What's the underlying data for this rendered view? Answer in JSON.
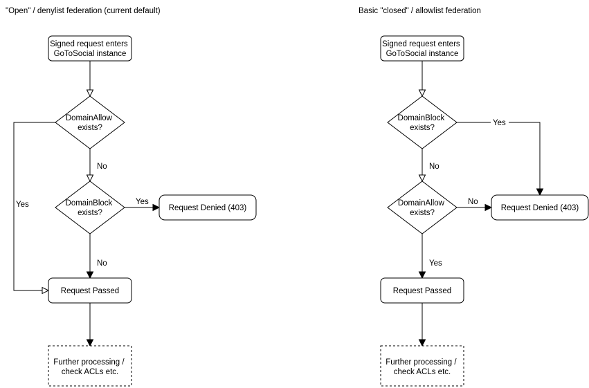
{
  "left": {
    "title": "\"Open\" / denylist federation (current default)",
    "start": {
      "line1": "Signed request enters",
      "line2": "GoToSocial instance"
    },
    "decision1": {
      "line1": "DomainAllow",
      "line2": "exists?"
    },
    "decision2": {
      "line1": "DomainBlock",
      "line2": "exists?"
    },
    "denied": "Request Denied (403)",
    "passed": "Request Passed",
    "further": {
      "line1": "Further processing /",
      "line2": "check ACLs etc."
    },
    "labels": {
      "decision1_no": "No",
      "decision1_yes": "Yes",
      "decision2_yes": "Yes",
      "decision2_no": "No"
    }
  },
  "right": {
    "title": "Basic \"closed\" / allowlist federation",
    "start": {
      "line1": "Signed request enters",
      "line2": "GoToSocial instance"
    },
    "decision1": {
      "line1": "DomainBlock",
      "line2": "exists?"
    },
    "decision2": {
      "line1": "DomainAllow",
      "line2": "exists?"
    },
    "denied": "Request Denied (403)",
    "passed": "Request Passed",
    "further": {
      "line1": "Further processing /",
      "line2": "check ACLs etc."
    },
    "labels": {
      "decision1_yes": "Yes",
      "decision1_no": "No",
      "decision2_no": "No",
      "decision2_yes": "Yes"
    }
  },
  "colors": {
    "stroke": "#000000",
    "node_fill": "#ffffff",
    "background": "#ffffff",
    "text": "#000000"
  }
}
